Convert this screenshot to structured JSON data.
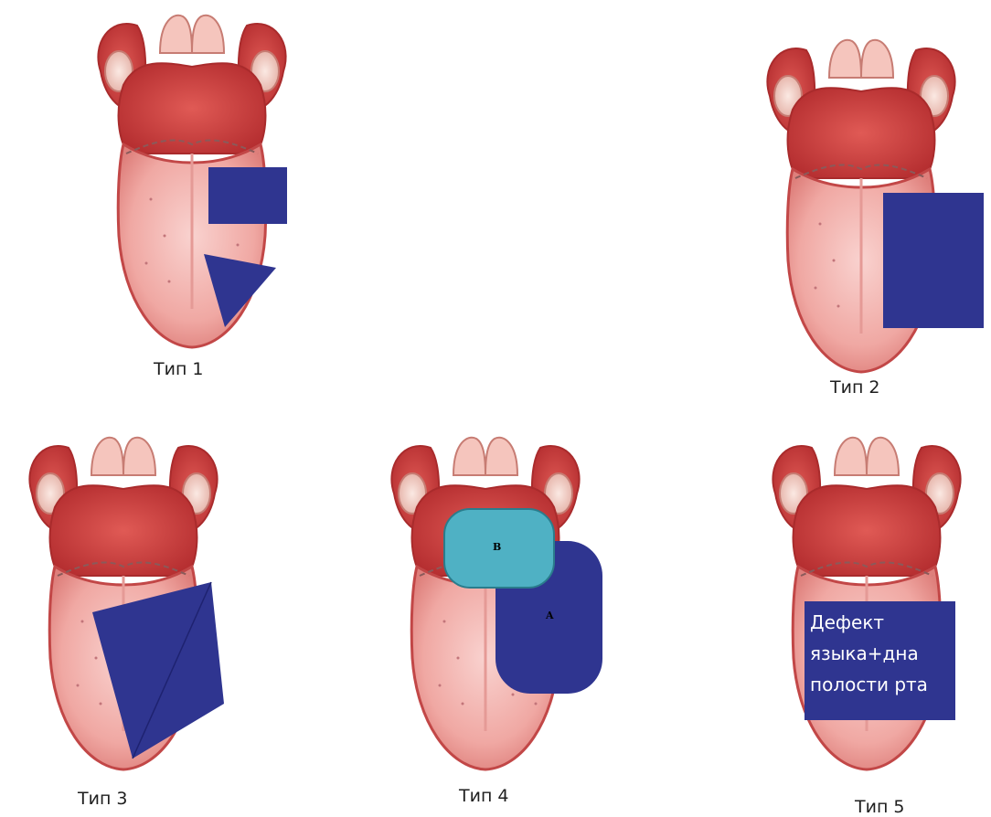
{
  "colors": {
    "defect_primary": "#2f3590",
    "defect_secondary": "#4fb1c4",
    "tongue_body": "#f2a9a4",
    "tongue_root": "#c9393a",
    "tongue_outline": "#c24747"
  },
  "panels": [
    {
      "label": "Тип 1"
    },
    {
      "label": "Тип 2"
    },
    {
      "label": "Тип 3"
    },
    {
      "label": "Тип 4",
      "zone_a": "A",
      "zone_b": "B"
    },
    {
      "label": "Тип 5",
      "defect_text": [
        "Дефект",
        "языка+дна",
        "полости рта"
      ]
    }
  ]
}
